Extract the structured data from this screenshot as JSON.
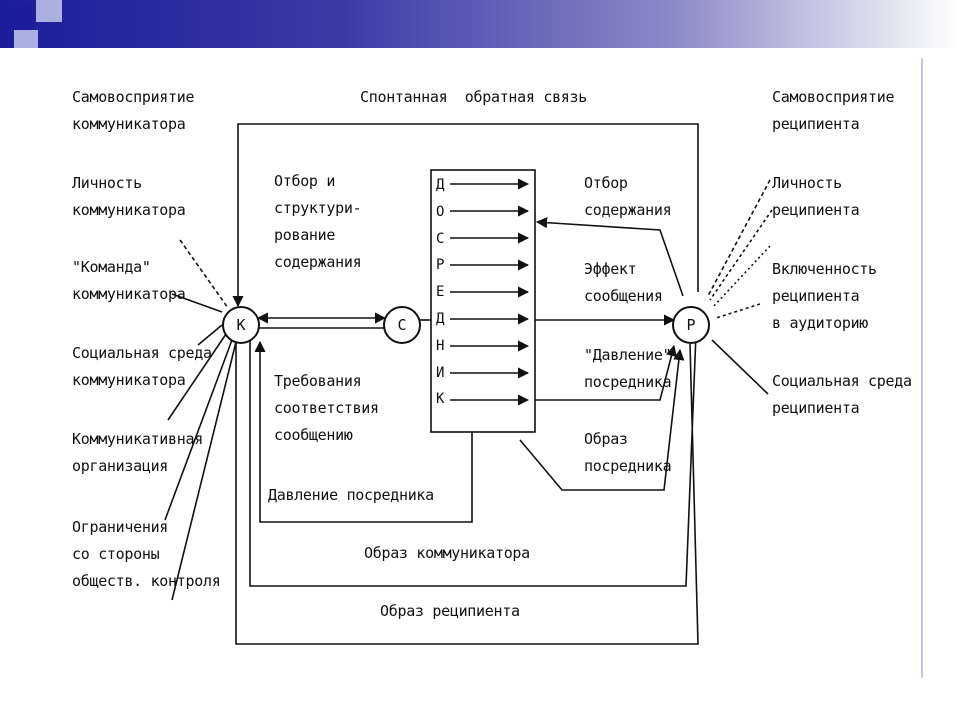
{
  "nodes": {
    "k": "К",
    "c": "С",
    "p": "Р"
  },
  "medium_letters": [
    "Д",
    "О",
    "С",
    "Р",
    "Е",
    "Д",
    "Н",
    "И",
    "К"
  ],
  "labels": {
    "spontaneous_feedback": "Спонтанная  обратная связь",
    "comm_self_perception": "Самовосприятие\nкоммуникатора",
    "comm_personality": "Личность\nкоммуникатора",
    "comm_team": "\"Команда\"\nкоммуникатора",
    "comm_social_env": "Социальная среда\nкоммуникатора",
    "comm_organization": "Коммуникативная\nорганизация",
    "comm_constraints": "Ограничения\nсо стороны\nобществ. контроля",
    "selection_structuring": "Отбор и\nструктури-\nрование\nсодержания",
    "message_requirements": "Требования\nсоответствия\nсообщению",
    "medium_pressure_left": "Давление посредника",
    "communicator_image": "Образ коммуникатора",
    "recipient_image": "Образ реципиента",
    "content_selection": "Отбор\nсодержания",
    "message_effect": "Эффект\nсообщения",
    "medium_pressure_right": "\"Давление\"\nпосредника",
    "medium_image": "Образ\nпосредника",
    "rec_self_perception": "Самовосприятие\nреципиента",
    "rec_personality": "Личность\nреципиента",
    "rec_involvement": "Включенность\nреципиента\nв аудиторию",
    "rec_social_env": "Социальная среда\nреципиента"
  }
}
